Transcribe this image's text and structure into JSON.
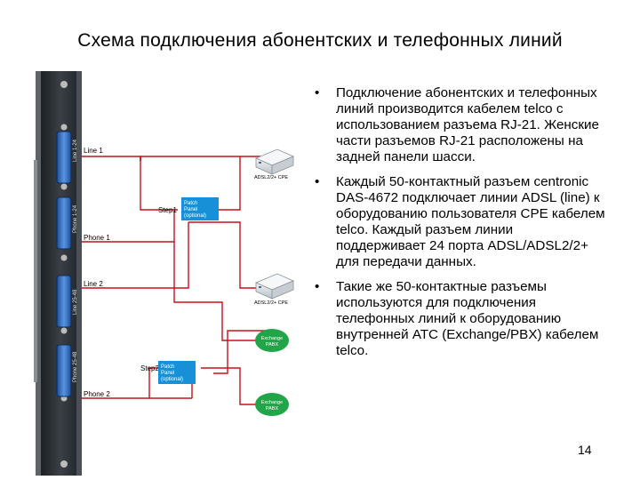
{
  "slide": {
    "title": "Схема подключения абонентских и телефонных линий",
    "page_number": "14"
  },
  "bullets": [
    "Подключение абонентских и телефонных линий производится кабелем telco с использованием разъема RJ-21. Женские части разъемов RJ-21 расположены на задней панели шасси.",
    "Каждый 50-контактный разъем centronic DAS-4672 подключает линии ADSL (line) к оборудованию пользователя CPE кабелем telco. Каждый разъем линии поддерживает 24 порта ADSL/ADSL2/2+ для передачи данных.",
    "Такие же 50-контактные разъемы используются для подключения телефонных линий к оборудованию внутренней АТС (Exchange/PBX) кабелем telco."
  ],
  "diagram": {
    "chassis_labels": [
      "Line 1",
      "Phone 1",
      "Line 2",
      "Phone 2"
    ],
    "rotated_labels": [
      "Line 1-24",
      "Phone 1-24",
      "Line 25-48",
      "Phone 25-48"
    ],
    "step1": "Step1",
    "step2": "Step2",
    "patch_panel_1": [
      "Patch",
      "Panel",
      "(optional)"
    ],
    "patch_panel_2": [
      "Patch",
      "Panel",
      "(optional)"
    ],
    "cpe_1": "ADSL2/2+ CPE",
    "cpe_2": "ADSL2/2+ CPE",
    "exchange_1": [
      "Exchange",
      "PABX"
    ],
    "exchange_2": [
      "Exchange",
      "PABX"
    ]
  },
  "colors": {
    "wire": "#c8101a",
    "patch_panel": "#1890d8",
    "exchange": "#22a548",
    "chassis": "#2c3033",
    "port": "#2e6cc4"
  }
}
